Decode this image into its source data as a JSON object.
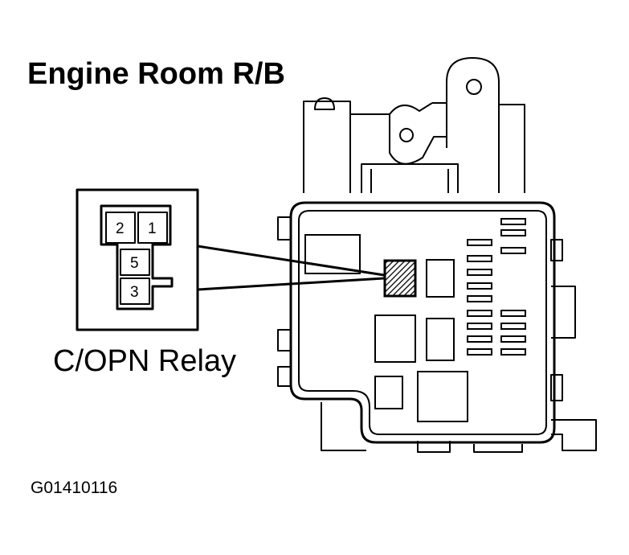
{
  "diagram": {
    "title": "Engine Room R/B",
    "component_label": "C/OPN Relay",
    "figure_code": "G01410116",
    "relay_pins": [
      "2",
      "1",
      "5",
      "3"
    ]
  }
}
